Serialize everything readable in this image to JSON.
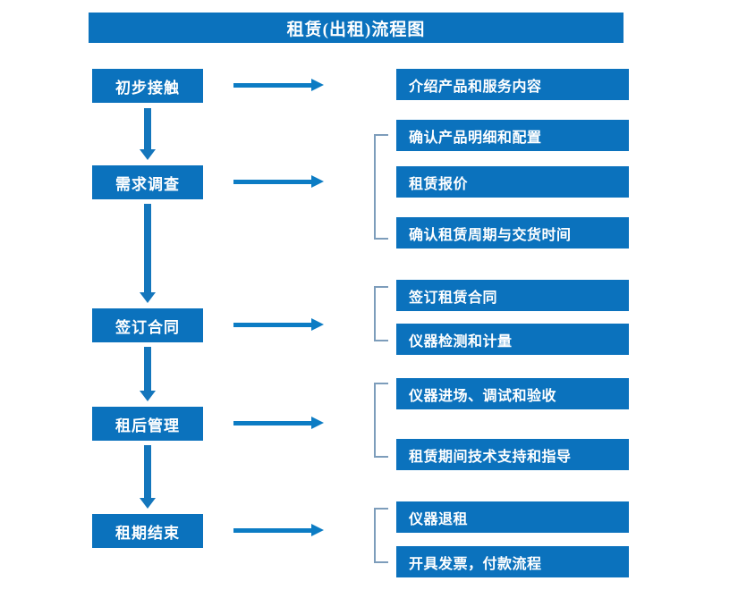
{
  "diagram": {
    "title": "租赁(出租)流程图",
    "colors": {
      "box_fill": "#0b72bd",
      "box_text": "#ffffff",
      "v_arrow": "#1476bc",
      "h_arrow": "#0c7cc4",
      "bracket": "#7d9dbb",
      "background": "#ffffff"
    },
    "stages": [
      {
        "label": "初步接触"
      },
      {
        "label": "需求调查"
      },
      {
        "label": "签订合同"
      },
      {
        "label": "租后管理"
      },
      {
        "label": "租期结束"
      }
    ],
    "details": [
      {
        "label": "介绍产品和服务内容"
      },
      {
        "label": "确认产品明细和配置"
      },
      {
        "label": "租赁报价"
      },
      {
        "label": "确认租赁周期与交货时间"
      },
      {
        "label": "签订租赁合同"
      },
      {
        "label": "仪器检测和计量"
      },
      {
        "label": "仪器进场、调试和验收"
      },
      {
        "label": "租赁期间技术支持和指导"
      },
      {
        "label": "仪器退租"
      },
      {
        "label": "开具发票，付款流程"
      }
    ]
  }
}
